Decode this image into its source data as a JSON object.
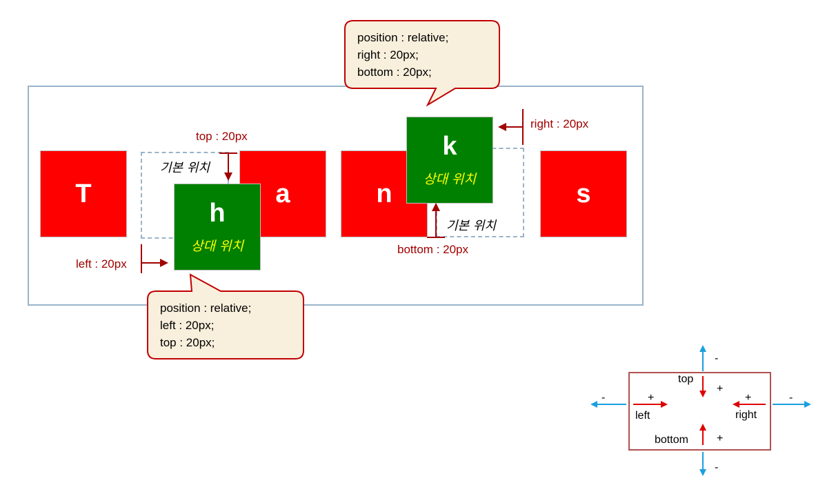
{
  "boxes": {
    "t": {
      "letter": "T"
    },
    "h": {
      "letter": "h",
      "sub": "상대 위치"
    },
    "a": {
      "letter": "a"
    },
    "n": {
      "letter": "n"
    },
    "k": {
      "letter": "k",
      "sub": "상대 위치"
    },
    "s": {
      "letter": "s"
    }
  },
  "labels": {
    "top": "top : 20px",
    "left": "left : 20px",
    "right": "right : 20px",
    "bottom": "bottom : 20px",
    "basic_h": "기본 위치",
    "basic_k": "기본 위치"
  },
  "callout_k": {
    "lines": [
      "position : relative;",
      "right : 20px;",
      "bottom : 20px;"
    ]
  },
  "callout_h": {
    "lines": [
      "position : relative;",
      "left : 20px;",
      "top : 20px;"
    ]
  },
  "legend": {
    "top": "top",
    "left": "left",
    "right": "right",
    "bottom": "bottom",
    "plus": "+",
    "minus": "-"
  },
  "colors": {
    "red_box": "#ff0000",
    "green_box": "#008000",
    "sub_text": "#ffff00",
    "arrow_dark": "#a00000",
    "arrow_red": "#e00000",
    "arrow_blue": "#1aa0e0",
    "callout_fill": "#f8efdc",
    "callout_border": "#c00000"
  }
}
